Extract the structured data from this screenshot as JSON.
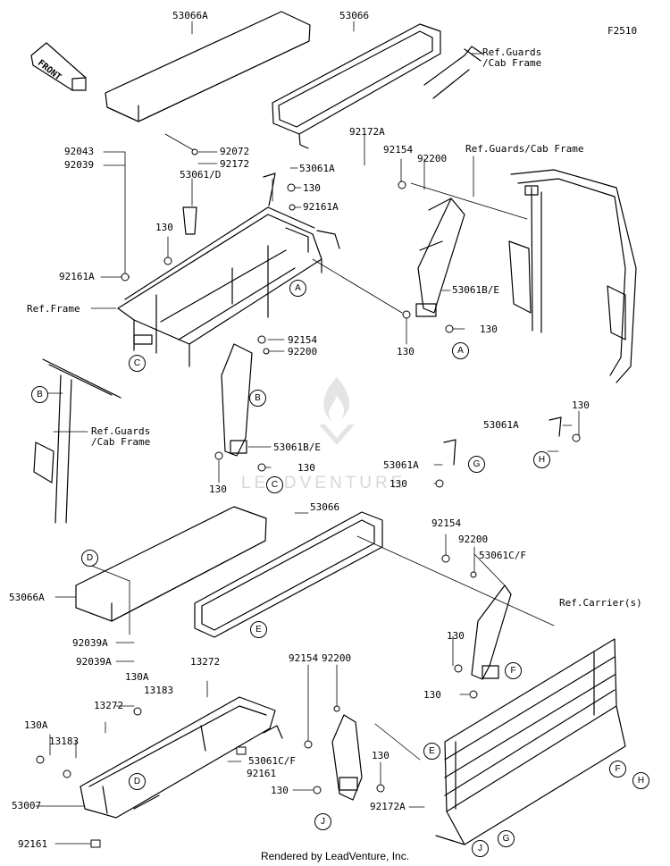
{
  "figure_number": "F2510",
  "footer_text": "Rendered by LeadVenture, Inc.",
  "watermark_text": "LEADVENTURE",
  "front_label": "FRONT",
  "part_numbers": {
    "p53066A_top": "53066A",
    "p53066_top": "53066",
    "p92043": "92043",
    "p92039": "92039",
    "p92072": "92072",
    "p92172_a": "92172",
    "p92172A_top": "92172A",
    "p53061D": "53061/D",
    "p53061A_top": "53061A",
    "p130_a": "130",
    "p92161A_b": "92161A",
    "p130_b": "130",
    "p92161A_a": "92161A",
    "p92154_top": "92154",
    "p92200_top": "92200",
    "p53061BE_right": "53061B/E",
    "p130_c": "130",
    "p130_d": "130",
    "p92154_mid": "92154",
    "p92200_mid": "92200",
    "p53061BE_left": "53061B/E",
    "p130_e": "130",
    "p130_f": "130",
    "p53061A_right": "53061A",
    "p130_g": "130",
    "p53061A_mid": "53061A",
    "p130_h": "130",
    "p53066_bottom": "53066",
    "p53066A_bottom": "53066A",
    "p92154_br": "92154",
    "p92200_br": "92200",
    "p53061CF_right": "53061C/F",
    "p130_i": "130",
    "p130_j": "130",
    "p92039A_a": "92039A",
    "p92039A_b": "92039A",
    "p130A_a": "130A",
    "p13272_a": "13272",
    "p13183_a": "13183",
    "p13272_b": "13272",
    "p130A_b": "130A",
    "p13183_b": "13183",
    "p92154_bm": "92154",
    "p92200_bm": "92200",
    "p53061CF_mid": "53061C/F",
    "p92161_a": "92161",
    "p130_k": "130",
    "p130_l": "130",
    "p92172A_bottom": "92172A",
    "p53007": "53007",
    "p92161_b": "92161"
  },
  "references": {
    "guards_cab_top_l1": "Ref.Guards",
    "guards_cab_top_l2": "/Cab Frame",
    "guards_cab_right": "Ref.Guards/Cab Frame",
    "frame": "Ref.Frame",
    "guards_cab_left_l1": "Ref.Guards",
    "guards_cab_left_l2": "/Cab Frame",
    "carrier": "Ref.Carrier(s)"
  },
  "callouts": {
    "A1": "A",
    "A2": "A",
    "B1": "B",
    "B2": "B",
    "C1": "C",
    "C2": "C",
    "D1": "D",
    "D2": "D",
    "E1": "E",
    "E2": "E",
    "F1": "F",
    "F2": "F",
    "G1": "G",
    "G2": "G",
    "H1": "H",
    "H2": "H",
    "J1": "J",
    "J2": "J"
  }
}
